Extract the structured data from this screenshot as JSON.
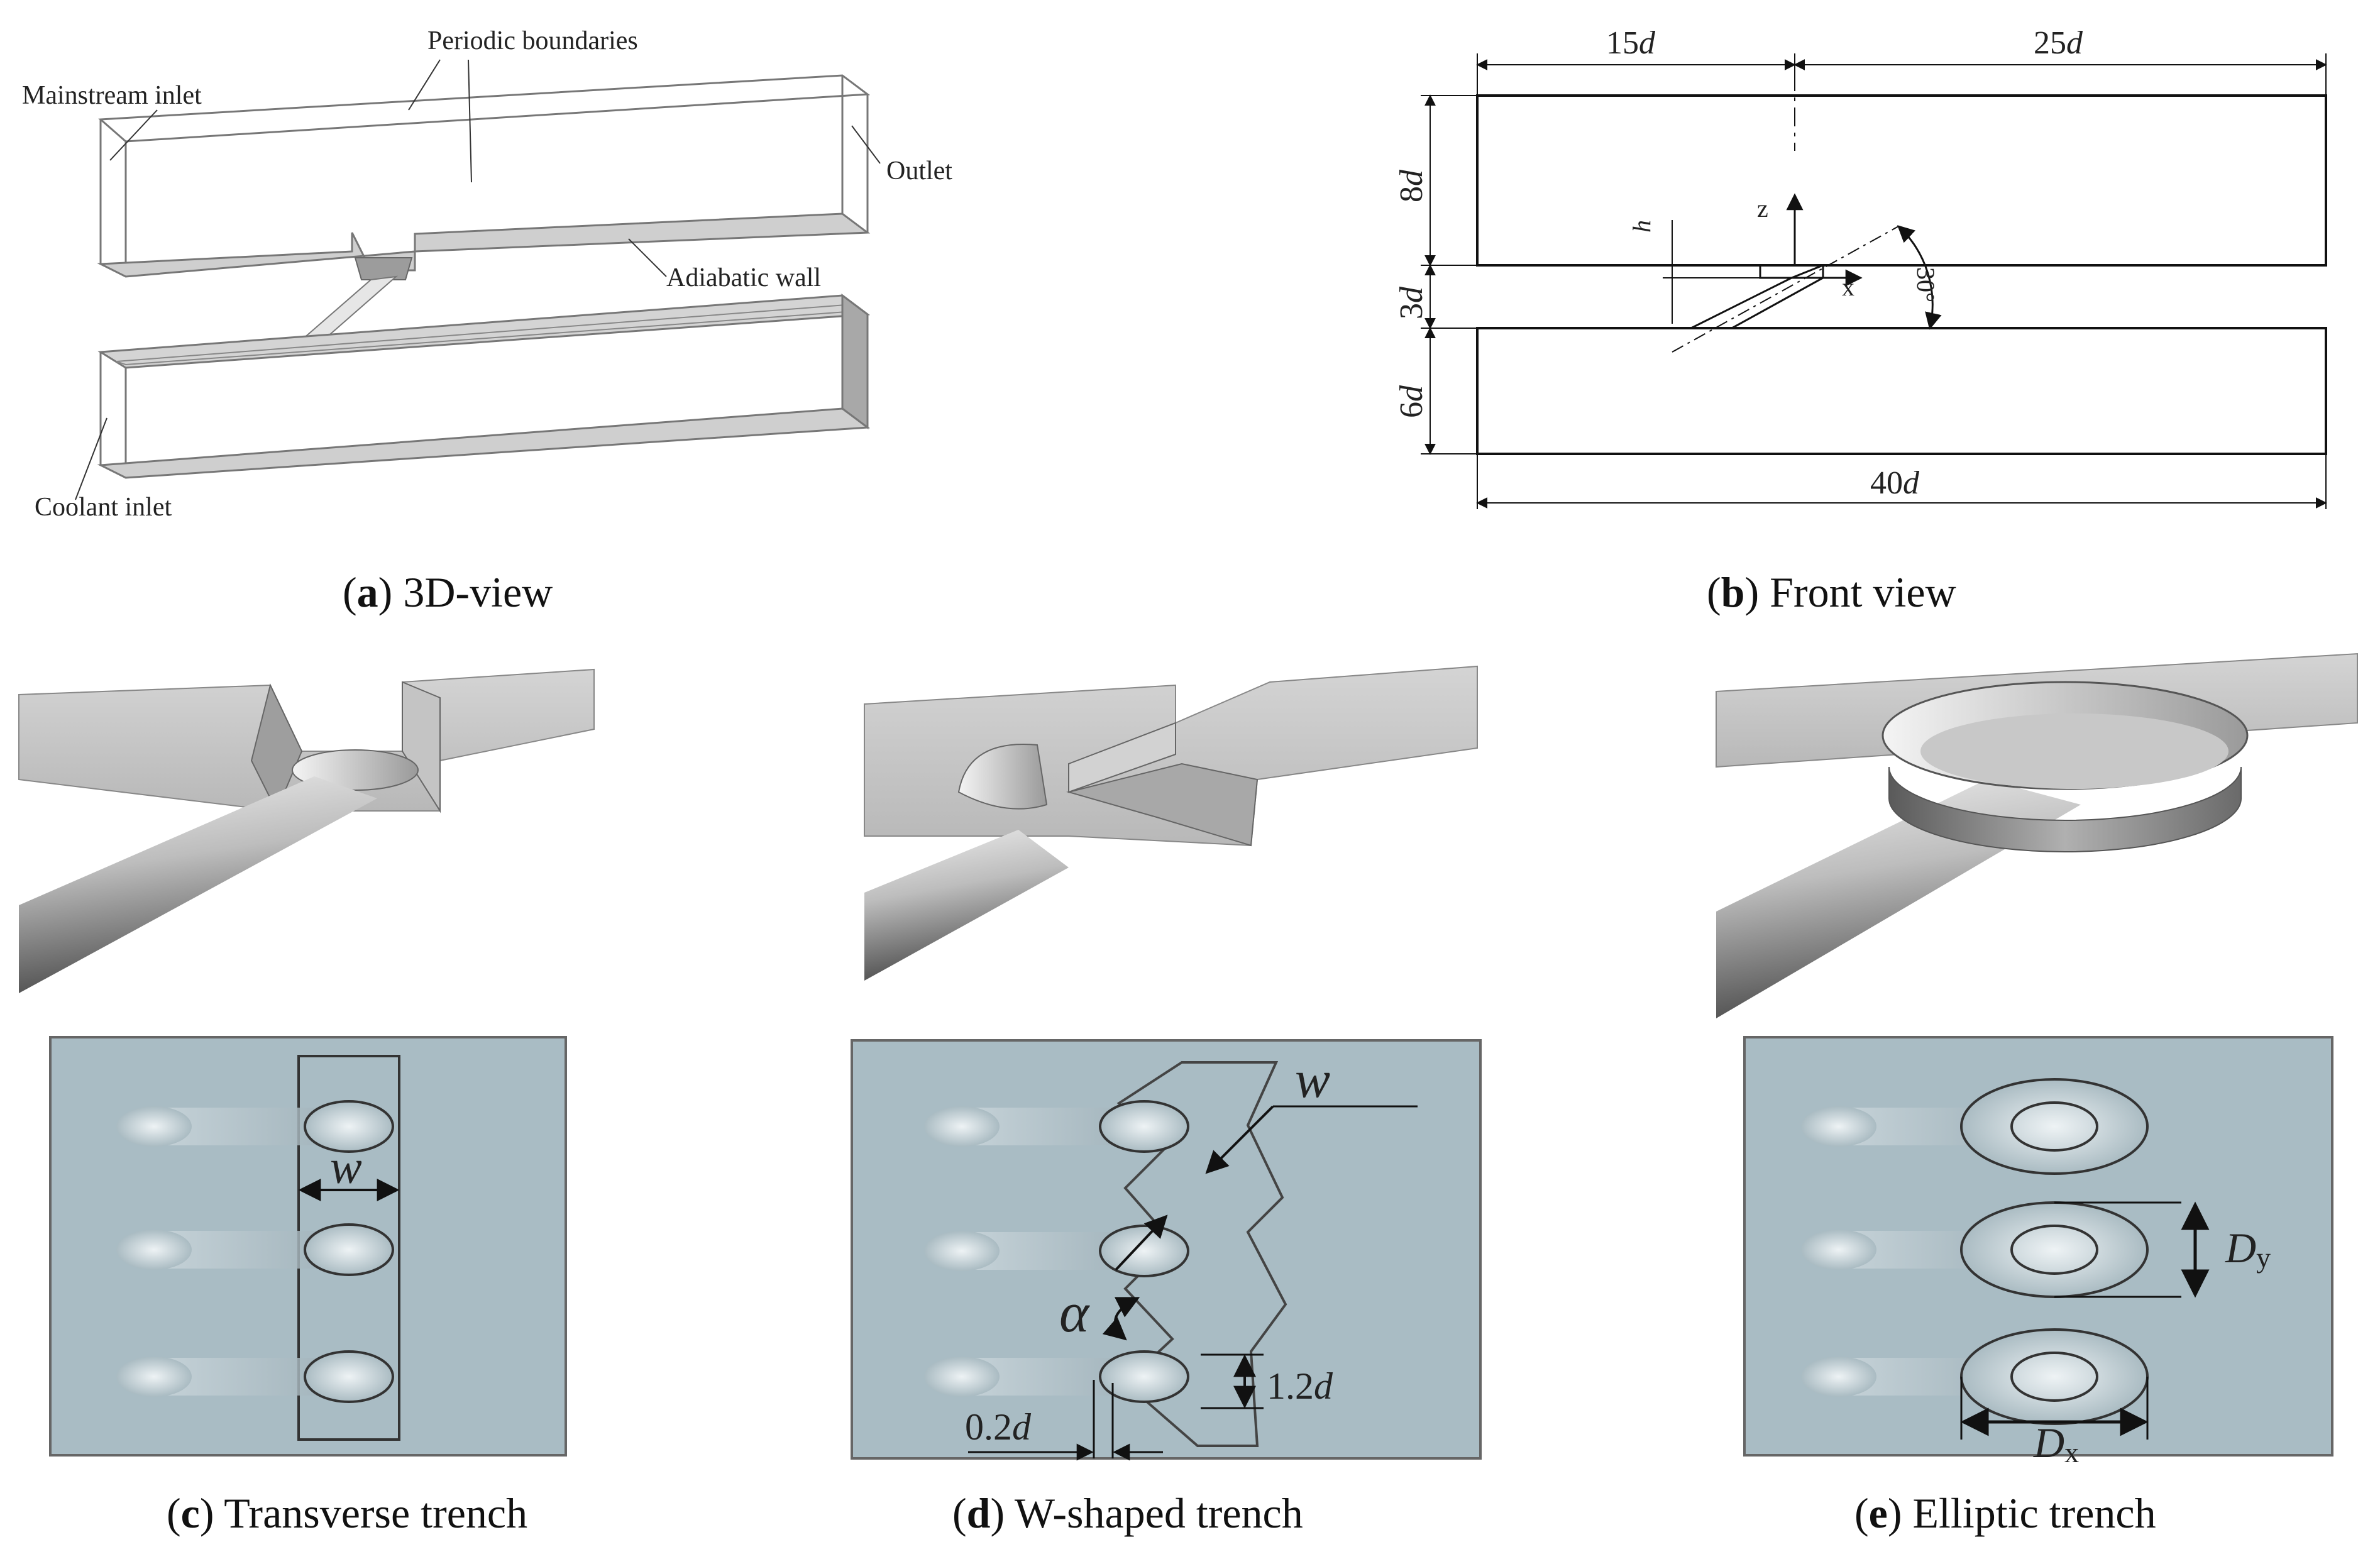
{
  "panel_a": {
    "labels": {
      "periodic": "Periodic boundaries",
      "mainstream_inlet": "Mainstream inlet",
      "outlet": "Outlet",
      "adiabatic_wall": "Adiabatic wall",
      "coolant_inlet": "Coolant inlet"
    },
    "caption": {
      "letter": "a",
      "text": " 3D-view"
    }
  },
  "panel_b": {
    "dims": {
      "top_left": {
        "num": "15",
        "unit": "d"
      },
      "top_right": {
        "num": "25",
        "unit": "d"
      },
      "bottom": {
        "num": "40",
        "unit": "d"
      },
      "left_top": {
        "num": "8",
        "unit": "d"
      },
      "left_mid": {
        "num": "3",
        "unit": "d"
      },
      "left_bottom": {
        "num": "6",
        "unit": "d"
      }
    },
    "symbols": {
      "h": "h",
      "z": "z",
      "x": "x",
      "angle": "30°"
    },
    "caption": {
      "letter": "b",
      "text": " Front view"
    }
  },
  "panel_c": {
    "w": "w",
    "caption": {
      "letter": "c",
      "text": " Transverse trench"
    }
  },
  "panel_d": {
    "w": "w",
    "alpha": "α",
    "dim_12": {
      "num": "1.2",
      "unit": "d"
    },
    "dim_02": {
      "num": "0.2",
      "unit": "d"
    },
    "caption": {
      "letter": "d",
      "text": " W-shaped trench"
    }
  },
  "panel_e": {
    "dy": {
      "base": "D",
      "sub": "y"
    },
    "dx": {
      "base": "D",
      "sub": "x"
    },
    "caption": {
      "letter": "e",
      "text": " Elliptic trench"
    }
  }
}
